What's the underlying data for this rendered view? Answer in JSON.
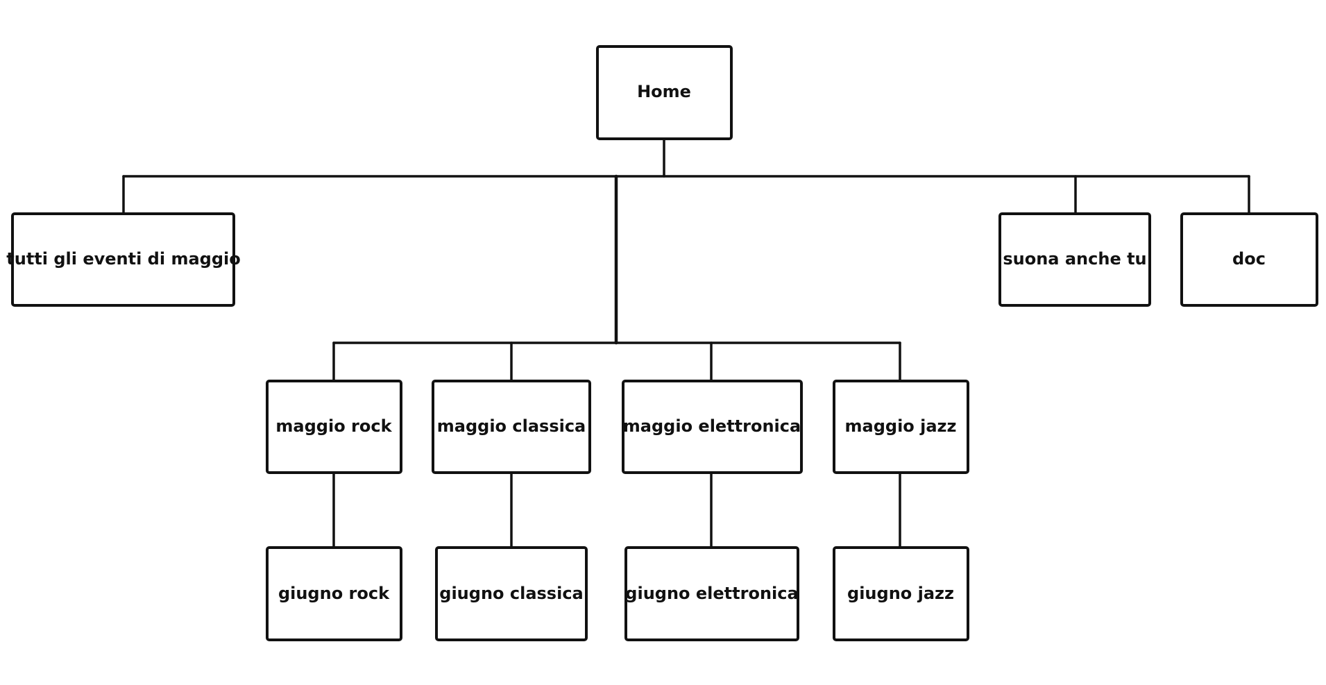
{
  "diagram": {
    "type": "sitemap-tree",
    "nodes": {
      "home": "Home",
      "tutti_eventi_maggio": "tutti gli eventi di maggio",
      "suona_anche_tu": "suona anche tu",
      "doc": "doc",
      "maggio_rock": "maggio rock",
      "maggio_classica": "maggio classica",
      "maggio_elettronica": "maggio elettronica",
      "maggio_jazz": "maggio jazz",
      "giugno_rock": "giugno rock",
      "giugno_classica": "giugno classica",
      "giugno_elettronica": "giugno elettronica",
      "giugno_jazz": "giugno jazz"
    },
    "edges": [
      [
        "home",
        "tutti_eventi_maggio"
      ],
      [
        "home",
        "suona_anche_tu"
      ],
      [
        "home",
        "doc"
      ],
      [
        "home",
        "maggio_rock"
      ],
      [
        "home",
        "maggio_classica"
      ],
      [
        "home",
        "maggio_elettronica"
      ],
      [
        "home",
        "maggio_jazz"
      ],
      [
        "maggio_rock",
        "giugno_rock"
      ],
      [
        "maggio_classica",
        "giugno_classica"
      ],
      [
        "maggio_elettronica",
        "giugno_elettronica"
      ],
      [
        "maggio_jazz",
        "giugno_jazz"
      ]
    ],
    "colors": {
      "stroke": "#111111",
      "fill": "#ffffff",
      "background": "#ffffff"
    }
  }
}
